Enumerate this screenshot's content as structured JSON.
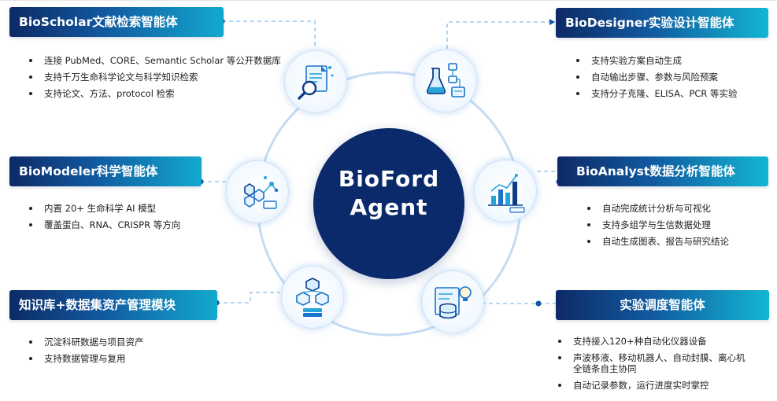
{
  "hub": {
    "line1": "BioFord",
    "line2": "Agent"
  },
  "modules": {
    "scholar": {
      "title": "BioScholar文献检索智能体",
      "bullets": [
        "连接 PubMed、CORE、Semantic Scholar 等公开数据库",
        "支持千万生命科学论文与科学知识检索",
        "支持论文、方法、protocol 检索"
      ]
    },
    "modeler": {
      "title": "BioModeler科学智能体",
      "bullets": [
        "内置 20+ 生命科学 AI 模型",
        "覆盖蛋白、RNA、CRISPR 等方向"
      ]
    },
    "knowledge": {
      "title": "知识库+数据集资产管理模块",
      "bullets": [
        "沉淀科研数据与项目资产",
        "支持数据管理与复用"
      ]
    },
    "designer": {
      "title": "BioDesigner实验设计智能体",
      "bullets": [
        "支持实验方案自动生成",
        "自动输出步骤、参数与风险预案",
        "支持分子克隆、ELISA、PCR 等实验"
      ]
    },
    "analyst": {
      "title": "BioAnalyst数据分析智能体",
      "bullets": [
        "自动完成统计分析与可视化",
        "支持多组学与生信数据处理",
        "自动生成图表、报告与研究结论"
      ]
    },
    "scheduler": {
      "title": "实验调度智能体",
      "bullets": [
        "支持接入120+种自动化仪器设备",
        "声波移液、移动机器人、自动封膜、离心机",
        "全链条自主协同",
        "自动记录参数，运行进度实时掌控"
      ]
    }
  },
  "icons": {
    "scholar": "document-search-icon",
    "designer": "flask-workflow-icon",
    "modeler": "molecule-network-icon",
    "analyst": "bar-chart-icon",
    "knowledge": "data-cubes-icon",
    "scheduler": "database-lightbulb-icon"
  },
  "colors": {
    "hub": "#0a2a6c",
    "accent": "#12a9cf",
    "connector": "#9cc9ef",
    "ring": "#c6dbf3"
  }
}
